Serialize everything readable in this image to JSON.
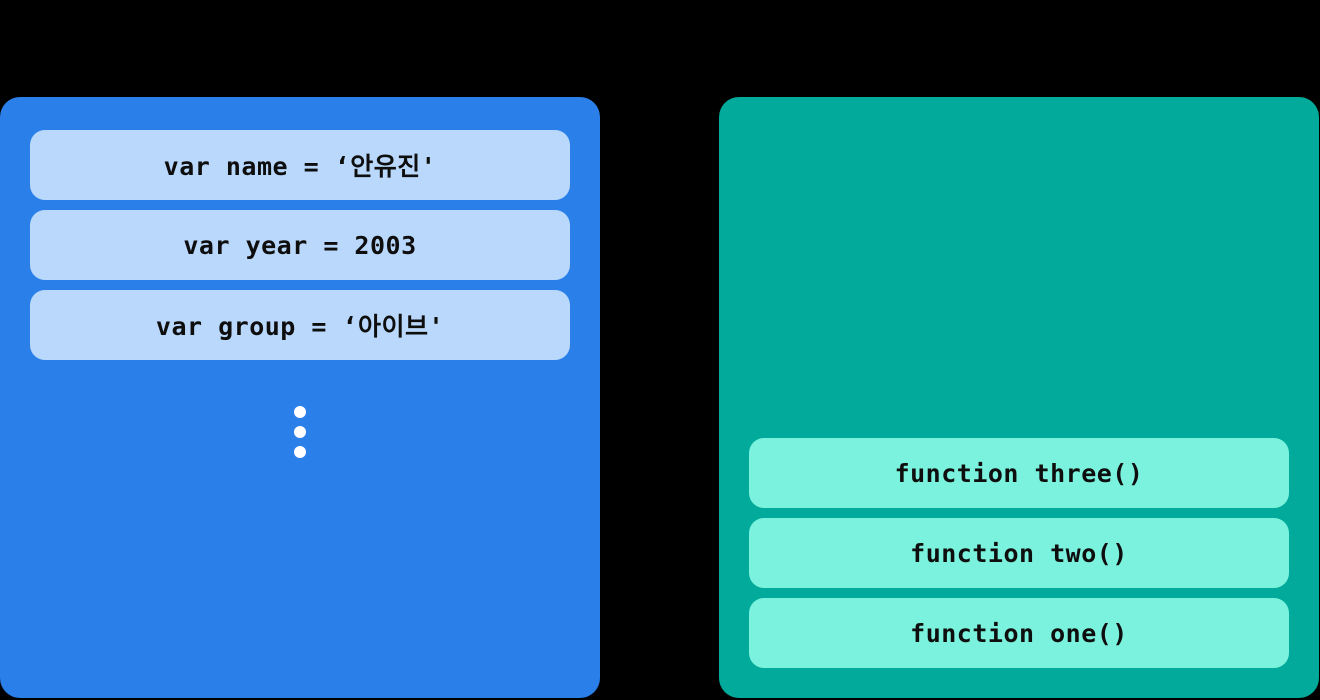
{
  "canvas": {
    "background_color": "#000000"
  },
  "variables_panel": {
    "name": "variables-memory-panel",
    "background_color": "#2A7FE8",
    "row_background_color": "#B9D8FB",
    "text_color": "#0e0e0e",
    "rows": [
      "var name = ‘안유진'",
      "var year = 2003",
      "var group = ‘아이브'"
    ],
    "ellipsis_icon": "vertical-ellipsis-dots",
    "ellipsis_color": "#ffffff"
  },
  "callstack_panel": {
    "name": "call-stack-panel",
    "background_color": "#01AA9A",
    "row_background_color": "#7BF2DE",
    "text_color": "#0e0e0e",
    "rows": [
      "function three()",
      "function two()",
      "function one()"
    ]
  }
}
